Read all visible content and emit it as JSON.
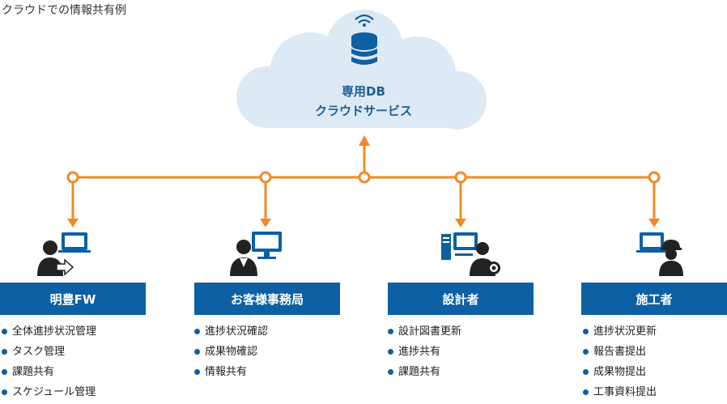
{
  "page": {
    "title": "クラウドでの情報共有例"
  },
  "cloud": {
    "line1": "専用DB",
    "line2": "クラウドサービス",
    "icon": "database-wifi-icon"
  },
  "colors": {
    "connector": "#f08a24",
    "role_box": "#0d60a3",
    "cloud_fill": "#dde9f4",
    "icon": "#0d60a3"
  },
  "roles": [
    {
      "label": "明豊FW",
      "icon": "user-laptop-arrow-icon",
      "items": [
        "全体進捗状況管理",
        "タスク管理",
        "課題共有",
        "スケジュール管理"
      ]
    },
    {
      "label": "お客様事務局",
      "icon": "businessman-monitor-icon",
      "items": [
        "進捗状況確認",
        "成果物確認",
        "情報共有"
      ]
    },
    {
      "label": "設計者",
      "icon": "designer-workstation-gear-icon",
      "items": [
        "設計図書更新",
        "進捗共有",
        "課題共有"
      ]
    },
    {
      "label": "施工者",
      "icon": "construction-worker-laptop-icon",
      "items": [
        "進捗状況更新",
        "報告書提出",
        "成果物提出",
        "工事資料提出"
      ]
    }
  ]
}
